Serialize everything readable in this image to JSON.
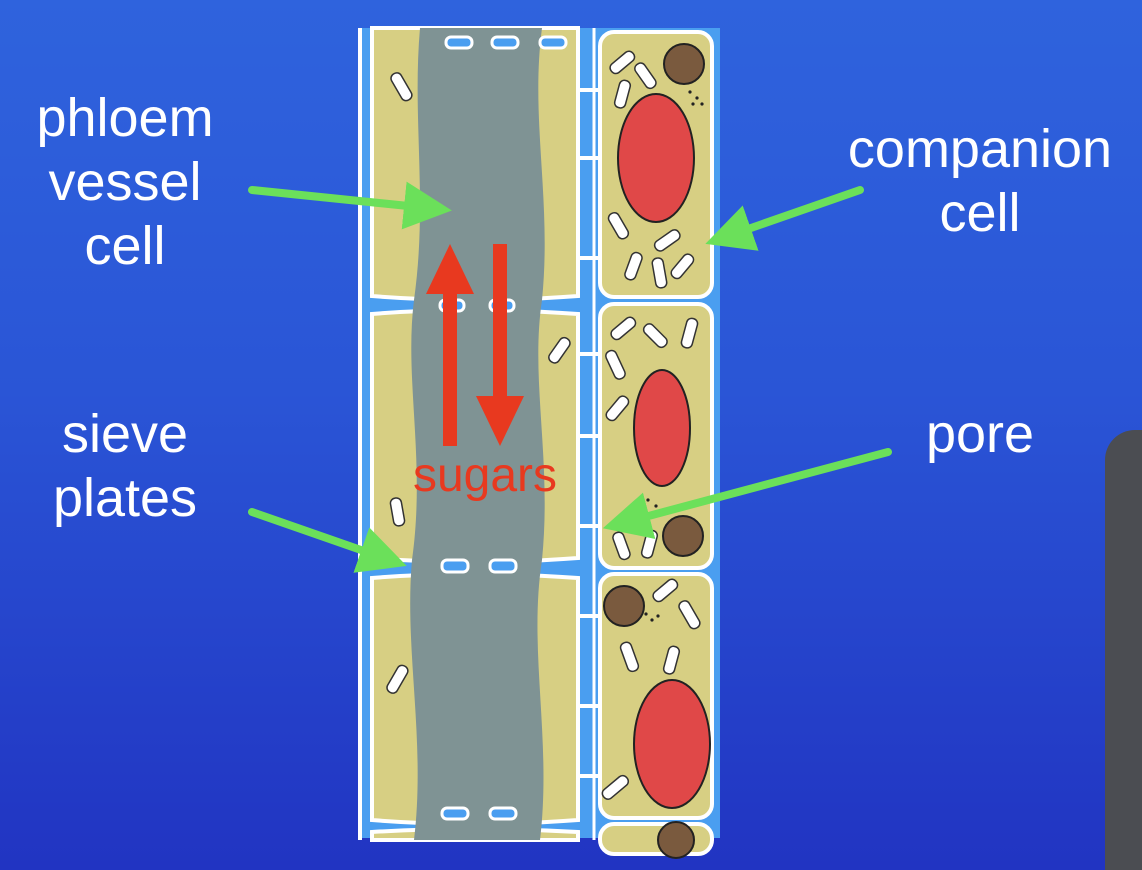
{
  "labels": {
    "phloem_line1": "phloem",
    "phloem_line2": "vessel",
    "phloem_line3": "cell",
    "companion_line1": "companion",
    "companion_line2": "cell",
    "sieve_line1": "sieve",
    "sieve_line2": "plates",
    "pore": "pore",
    "sugars": "sugars"
  },
  "colors": {
    "background": "#2a55d6",
    "cytoplasm": "#d7cf83",
    "sieve_tube_lumen": "#7f9394",
    "cell_wall": "#ffffff",
    "wall_gap": "#4a9ef0",
    "nucleus": "#e04848",
    "vacuole_brown": "#7a5a3e",
    "arrow_green": "#6be05a",
    "arrow_red": "#e8391f"
  }
}
